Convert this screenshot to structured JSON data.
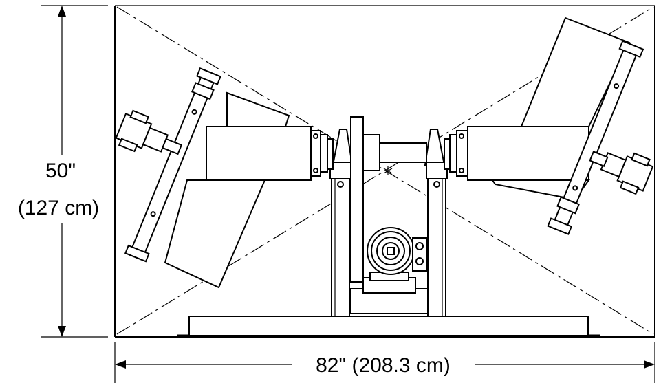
{
  "dimensions": {
    "height_label_line1": "50\"",
    "height_label_line2": "(127 cm)",
    "width_label": "82\" (208.3 cm)"
  },
  "colors": {
    "line": "#000000",
    "background": "#ffffff"
  }
}
